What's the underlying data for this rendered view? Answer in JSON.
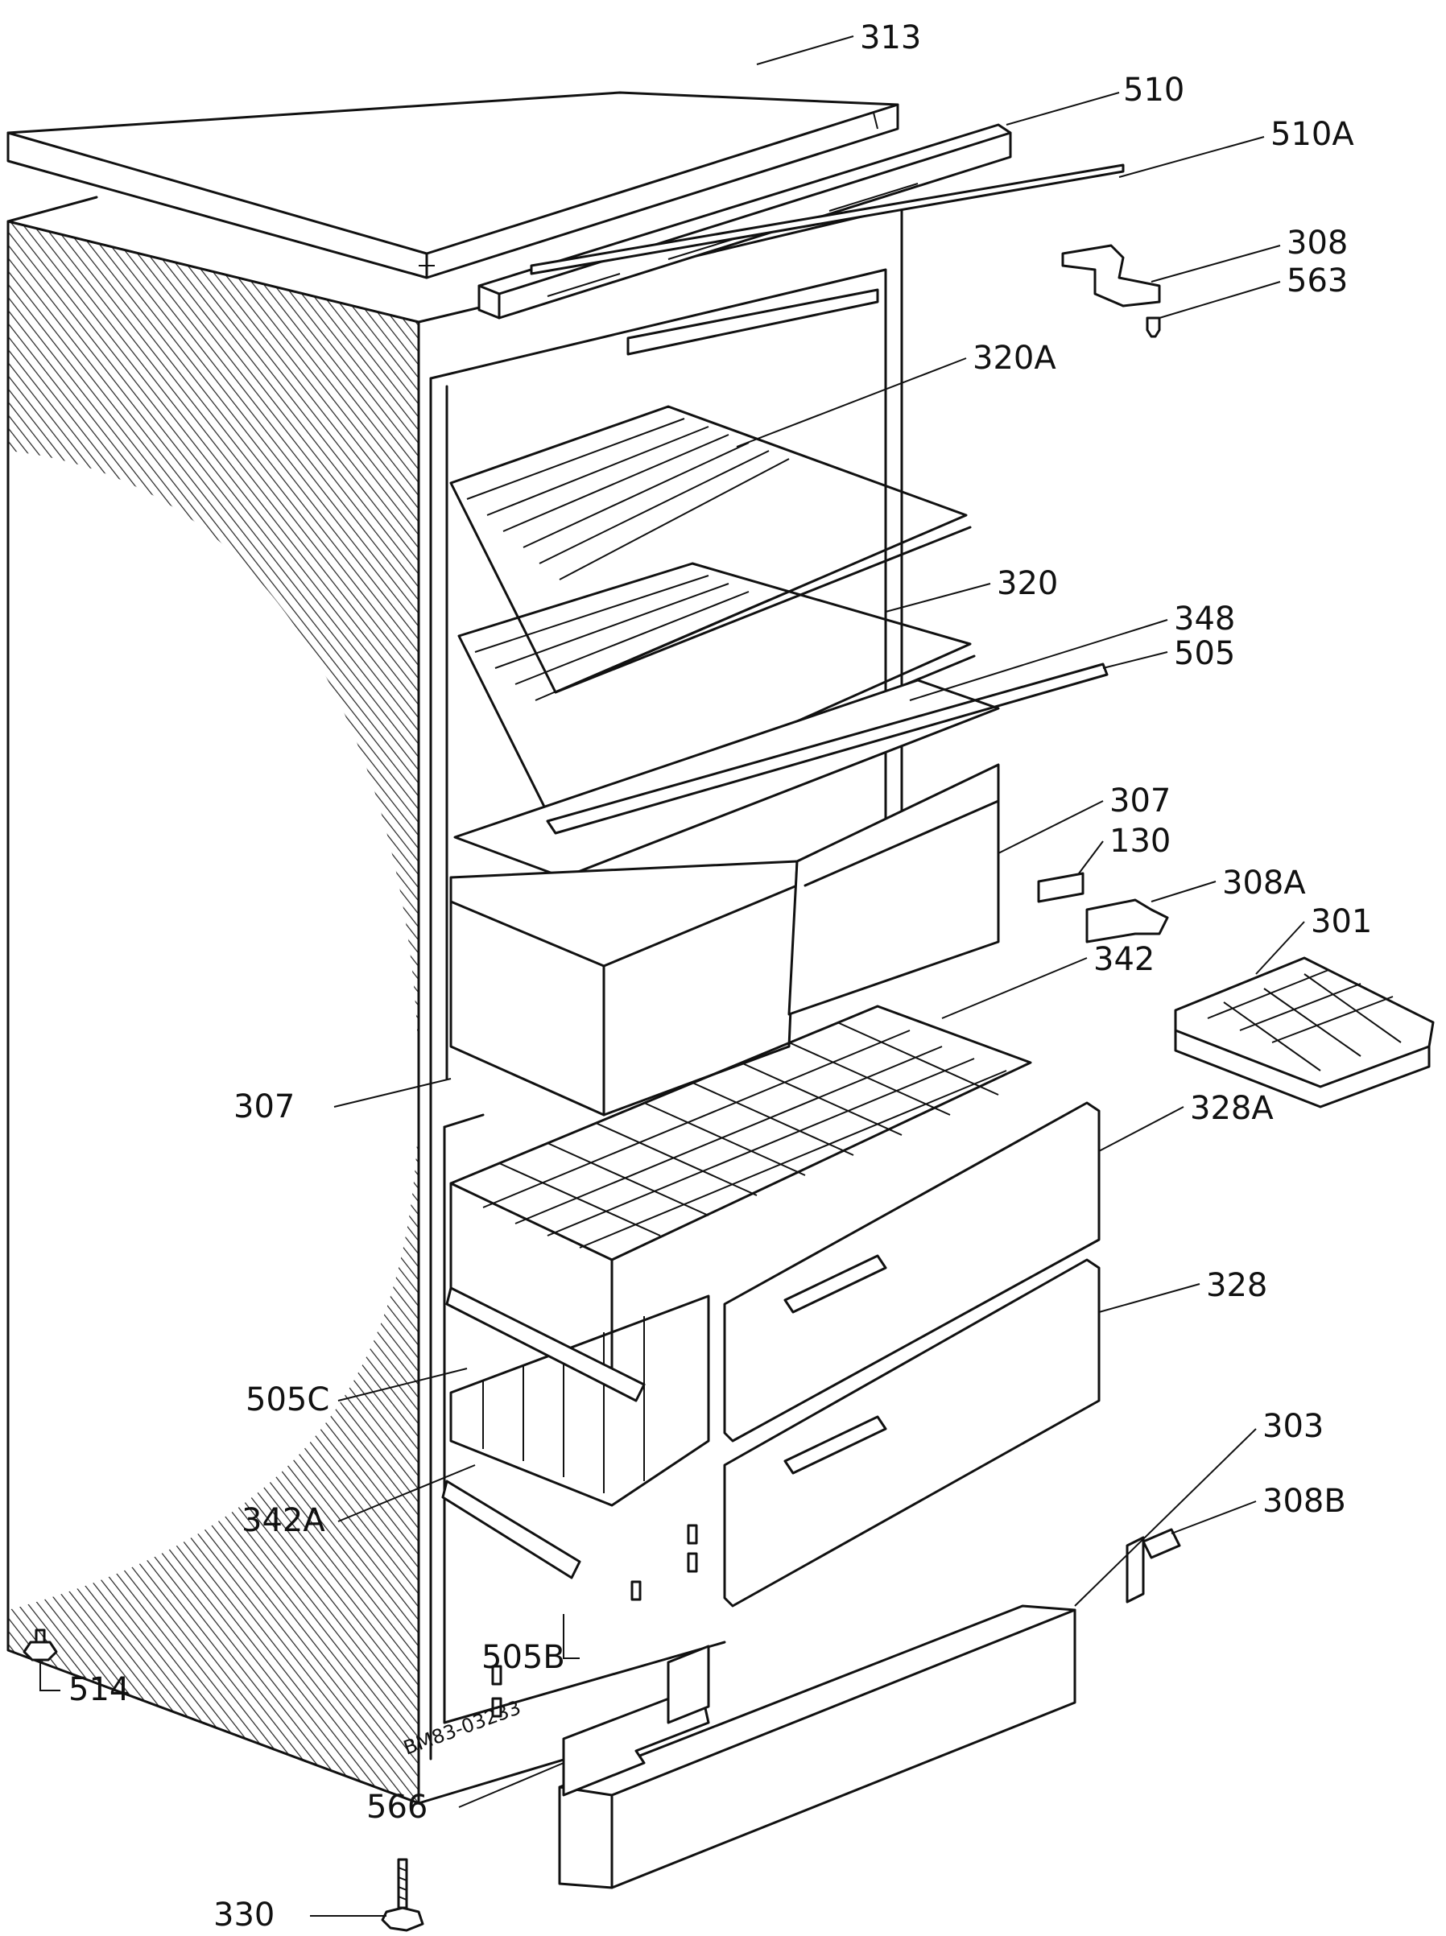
{
  "diagram": {
    "drawing_code": "BM83-03233",
    "parts": [
      {
        "id": "p313",
        "label": "313"
      },
      {
        "id": "p510",
        "label": "510"
      },
      {
        "id": "p510a",
        "label": "510A"
      },
      {
        "id": "p308",
        "label": "308"
      },
      {
        "id": "p563",
        "label": "563"
      },
      {
        "id": "p320a",
        "label": "320A"
      },
      {
        "id": "p320",
        "label": "320"
      },
      {
        "id": "p348",
        "label": "348"
      },
      {
        "id": "p505",
        "label": "505"
      },
      {
        "id": "p307r",
        "label": "307"
      },
      {
        "id": "p130",
        "label": "130"
      },
      {
        "id": "p308a",
        "label": "308A"
      },
      {
        "id": "p301",
        "label": "301"
      },
      {
        "id": "p342",
        "label": "342"
      },
      {
        "id": "p307l",
        "label": "307"
      },
      {
        "id": "p328a",
        "label": "328A"
      },
      {
        "id": "p328",
        "label": "328"
      },
      {
        "id": "p505c",
        "label": "505C"
      },
      {
        "id": "p303",
        "label": "303"
      },
      {
        "id": "p308b",
        "label": "308B"
      },
      {
        "id": "p342a",
        "label": "342A"
      },
      {
        "id": "p505b",
        "label": "505B"
      },
      {
        "id": "p514",
        "label": "514"
      },
      {
        "id": "p566",
        "label": "566"
      },
      {
        "id": "p330",
        "label": "330"
      }
    ]
  }
}
